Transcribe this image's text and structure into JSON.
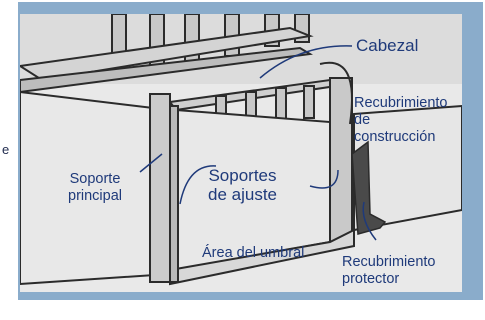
{
  "stray_text": "e",
  "labels": {
    "cabezal": "Cabezal",
    "recubrimiento_construccion": [
      "Recubrimiento",
      "de",
      "construcción"
    ],
    "soporte_principal": [
      "Soporte",
      "principal"
    ],
    "soportes_ajuste": [
      "Soportes",
      "de ajuste"
    ],
    "area_umbral": "Área del umbral",
    "recubrimiento_protector": [
      "Recubrimiento",
      "protector"
    ]
  },
  "colors": {
    "background_frame": "#8aaccb",
    "panel": "#e8e8e8",
    "stud": "#c9c9c9",
    "outline": "#2b2b2b",
    "label_text": "#1f3a7a"
  }
}
